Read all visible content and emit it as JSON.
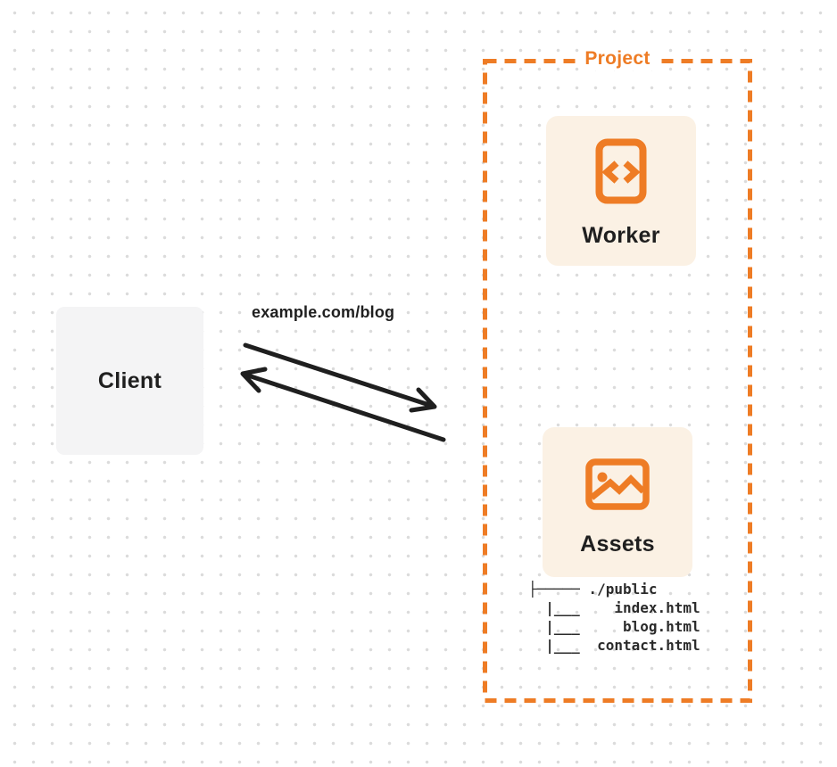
{
  "client": {
    "label": "Client"
  },
  "request": {
    "url": "example.com/blog"
  },
  "project": {
    "label": "Project",
    "worker": {
      "label": "Worker",
      "icon": "code-file-icon"
    },
    "assets": {
      "label": "Assets",
      "icon": "image-icon"
    },
    "file_tree": {
      "lines": [
        "├───── ./public",
        "  |___    index.html",
        "  |___     blog.html",
        "  |___  contact.html"
      ]
    }
  },
  "colors": {
    "accent_orange": "#EE7C25",
    "card_fill": "#FBF1E4",
    "client_fill": "#F4F4F5",
    "ink": "#1F1F1F",
    "arrow": "#1F1F1F",
    "tree_text": "#2B2B2B",
    "dot_grid": "#DBDBDB",
    "background": "#FFFFFF"
  }
}
